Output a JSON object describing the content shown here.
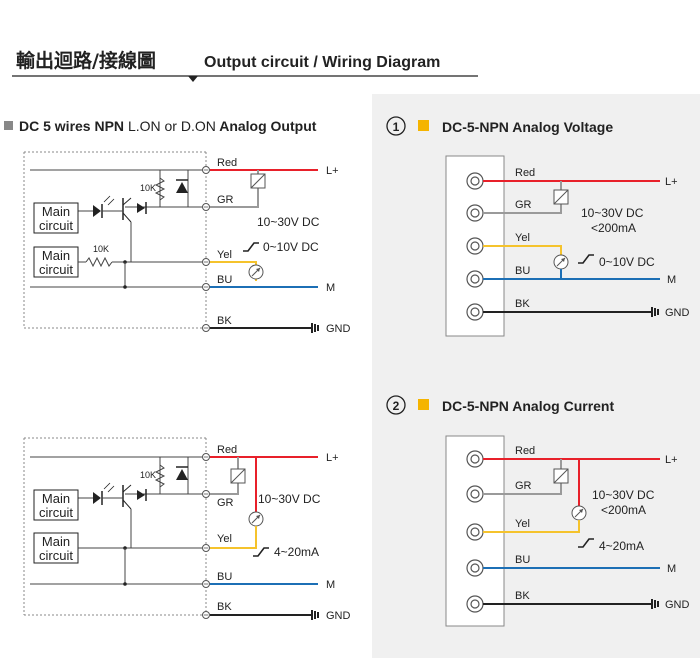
{
  "header": {
    "title_zh": "輸出迴路/接線圖",
    "title_en": "Output circuit / Wiring Diagram"
  },
  "left_header": {
    "text_a": "DC 5 wires NPN ",
    "text_b": "L.ON  or  D.ON",
    "text_c": " Analog Output"
  },
  "panel1": {
    "number": "1",
    "title": "DC-5-NPN Analog Voltage"
  },
  "panel2": {
    "number": "2",
    "title": "DC-5-NPN Analog Current"
  },
  "labels": {
    "main_circuit_1": "Main",
    "main_circuit_2": "circuit",
    "res_10k": "10K",
    "red": "Red",
    "gr": "GR",
    "yel": "Yel",
    "bu": "BU",
    "bk": "BK",
    "l_plus": "L+",
    "m": "M",
    "gnd": "GND",
    "supply": "10~30V DC",
    "supply_ma": "<200mA",
    "analog_v": "0~10V DC",
    "analog_i": "4~20mA"
  },
  "colors": {
    "red_wire": "#e8202a",
    "gray_wire": "#9a9a9a",
    "yellow_wire": "#f5c32c",
    "blue_wire": "#1c6fb5",
    "black_wire": "#222222",
    "accent_square": "#f5b400",
    "right_panel_bg": "#f0f0f0"
  }
}
